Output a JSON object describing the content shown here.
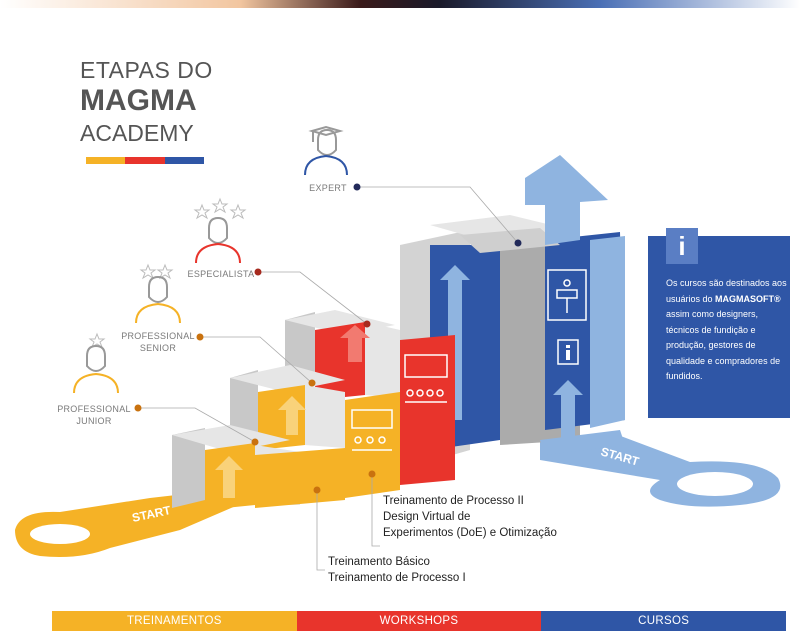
{
  "title": {
    "line1": "ETAPAS DO",
    "line2": "MAGMA",
    "line3": "ACADEMY"
  },
  "colors": {
    "yellow": "#f5b226",
    "red": "#e8342c",
    "blue": "#2f56a6",
    "lightblue": "#8fb4e0",
    "gray": "#cfcfcf"
  },
  "levels": {
    "expert": "EXPERT",
    "especialista": "ESPECIALISTA",
    "senior_l1": "PROFESSIONAL",
    "senior_l2": "SENIOR",
    "junior_l1": "PROFESSIONAL",
    "junior_l2": "JUNIOR"
  },
  "info": {
    "icon": "i",
    "text_before": "Os cursos são destinados aos usuários do ",
    "text_bold": "MAGMASOFT®",
    "text_after": " assim como designers, técnicos de fundição e produção, gestores de qualidade e compradores de fundidos."
  },
  "paths": {
    "start_left": "START",
    "start_right": "START"
  },
  "workshop": {
    "line1": "Treinamento de Processo  II",
    "line2": "Design Virtual de",
    "line3": "Experimentos (DoE) e Otimização"
  },
  "basic": {
    "line1": "Treinamento Básico",
    "line2": "Treinamento de Processo I"
  },
  "bottom": {
    "treinamentos": "TREINAMENTOS",
    "workshops": "WORKSHOPS",
    "cursos": "CURSOS"
  },
  "icons": [
    "graduate-person-icon",
    "star-icon",
    "person-icon",
    "presentation-icon",
    "lectern-icon",
    "info-icon",
    "arrow-up-icon"
  ]
}
